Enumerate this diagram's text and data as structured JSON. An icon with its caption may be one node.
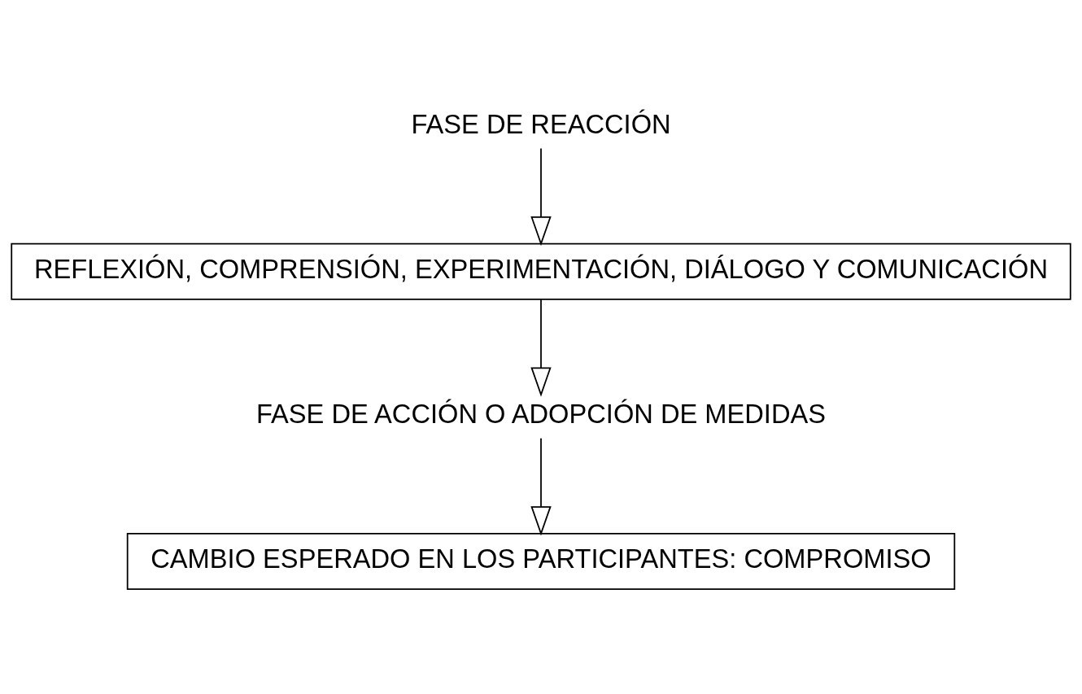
{
  "diagram": {
    "nodes": [
      {
        "text": [
          "FASE DE REACCIÓN"
        ]
      },
      {
        "text": [
          "REFLEXIÓN, COMPRENSIÓN, EXPERIMENTACIÓN, DIÁLOGO Y COMUNICACIÓN"
        ]
      },
      {
        "text": [
          "FASE DE ACCIÓN O ADOPCIÓN DE MEDIDAS"
        ]
      },
      {
        "text": [
          "CAMBIO ESPERADO EN LOS PARTICIPANTES: COMPROMISO"
        ]
      }
    ],
    "edges": [
      {
        "from": 0,
        "to": 1,
        "arrow": "to"
      },
      {
        "from": 1,
        "to": 2,
        "arrow": "to"
      },
      {
        "from": 2,
        "to": 3,
        "arrow": "to"
      }
    ]
  }
}
